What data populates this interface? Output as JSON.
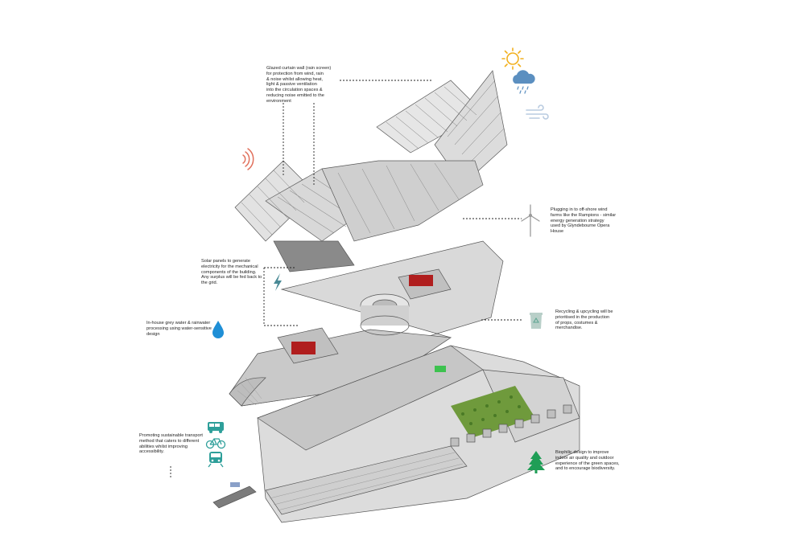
{
  "annotations": {
    "curtain_wall": {
      "lines": [
        "Glazed curtain wall (rain screen)",
        "for protection from wind, rain",
        "& noise whilst allowing heat,",
        "light & passive ventilation",
        "into the circulation spaces &",
        "reducing noise emitted to the",
        "environment"
      ]
    },
    "wind_farms": {
      "lines": [
        "Plugging in to off-shore wind",
        "farms like the Rampions - similar",
        "energy generation strategy",
        "used by Glyndebourne Opera",
        "House"
      ]
    },
    "solar": {
      "lines": [
        "Solar panels to generate",
        "electricity for the mechanical",
        "components of the building.",
        "Any surplus will be fed back to",
        "the grid."
      ]
    },
    "water": {
      "lines": [
        "In-house grey water & rainwater",
        "processing using water-sensitive",
        "design"
      ]
    },
    "recycling": {
      "lines": [
        "Recycling & upcycling will be",
        "prioritised in the production",
        "of props, costumes &",
        "merchandise."
      ]
    },
    "transport": {
      "lines": [
        "Promoting sustainable transport",
        "method that caters to different",
        "abilities whilst improving",
        "accessibility."
      ]
    },
    "biophilic": {
      "lines": [
        "Biophilic design to improve",
        "indoor air quality and outdoor",
        "experience of the green spaces,",
        "and to encourage biodiversity."
      ]
    }
  },
  "icons": [
    "sun-icon",
    "rain-cloud-icon",
    "wind-icon",
    "sound-waves-icon",
    "wind-turbine-icon",
    "lightning-icon",
    "water-drop-icon",
    "recycle-bin-icon",
    "bus-icon",
    "bicycle-icon",
    "train-icon",
    "tree-icon"
  ],
  "colors": {
    "sun": "#f2b01e",
    "rain": "#5b8fc0",
    "wind": "#b9cbe0",
    "sound": "#e1705c",
    "turbine": "#9a9a9a",
    "lightning": "#4a8a96",
    "water": "#1f8fd6",
    "recycle": "#5aa38f",
    "transport": "#2e9f9a",
    "tree": "#1f9e56",
    "seat_red": "#b01e1e",
    "green_roof": "#6f9a3c"
  }
}
